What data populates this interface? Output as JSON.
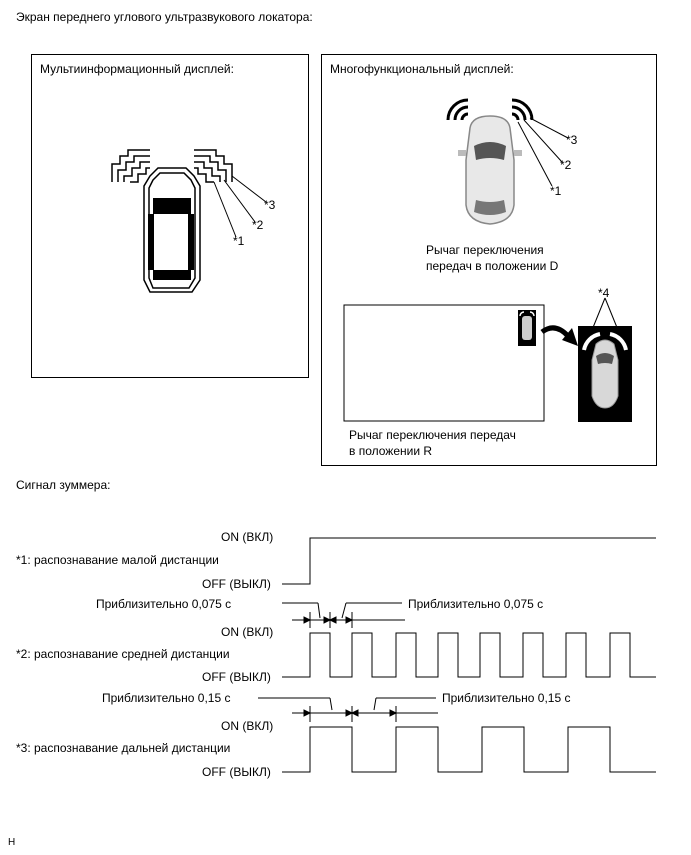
{
  "title": "Экран переднего углового ультразвукового локатора:",
  "left_panel": {
    "title": "Мультиинформационный дисплей:"
  },
  "right_panel": {
    "title": "Многофункциональный дисплей:",
    "caption_d_line1": "Рычаг переключения",
    "caption_d_line2": "передач в положении D",
    "caption_r_line1": "Рычаг переключения передач",
    "caption_r_line2": "в положении R"
  },
  "markers": {
    "m1": "*1",
    "m2": "*2",
    "m3": "*3",
    "m4": "*4"
  },
  "buzzer": {
    "title": "Сигнал зуммера:",
    "on_label": "ON (ВКЛ)",
    "off_label": "OFF (ВЫКЛ)",
    "row1_label": "*1: распознавание малой дистанции",
    "row2_label": "*2: распознавание средней дистанции",
    "row3_label": "*3: распознавание дальней дистанции",
    "approx_short": "Приблизительно 0,075 с",
    "approx_long": "Приблизительно 0,15 с"
  },
  "footer": "H"
}
